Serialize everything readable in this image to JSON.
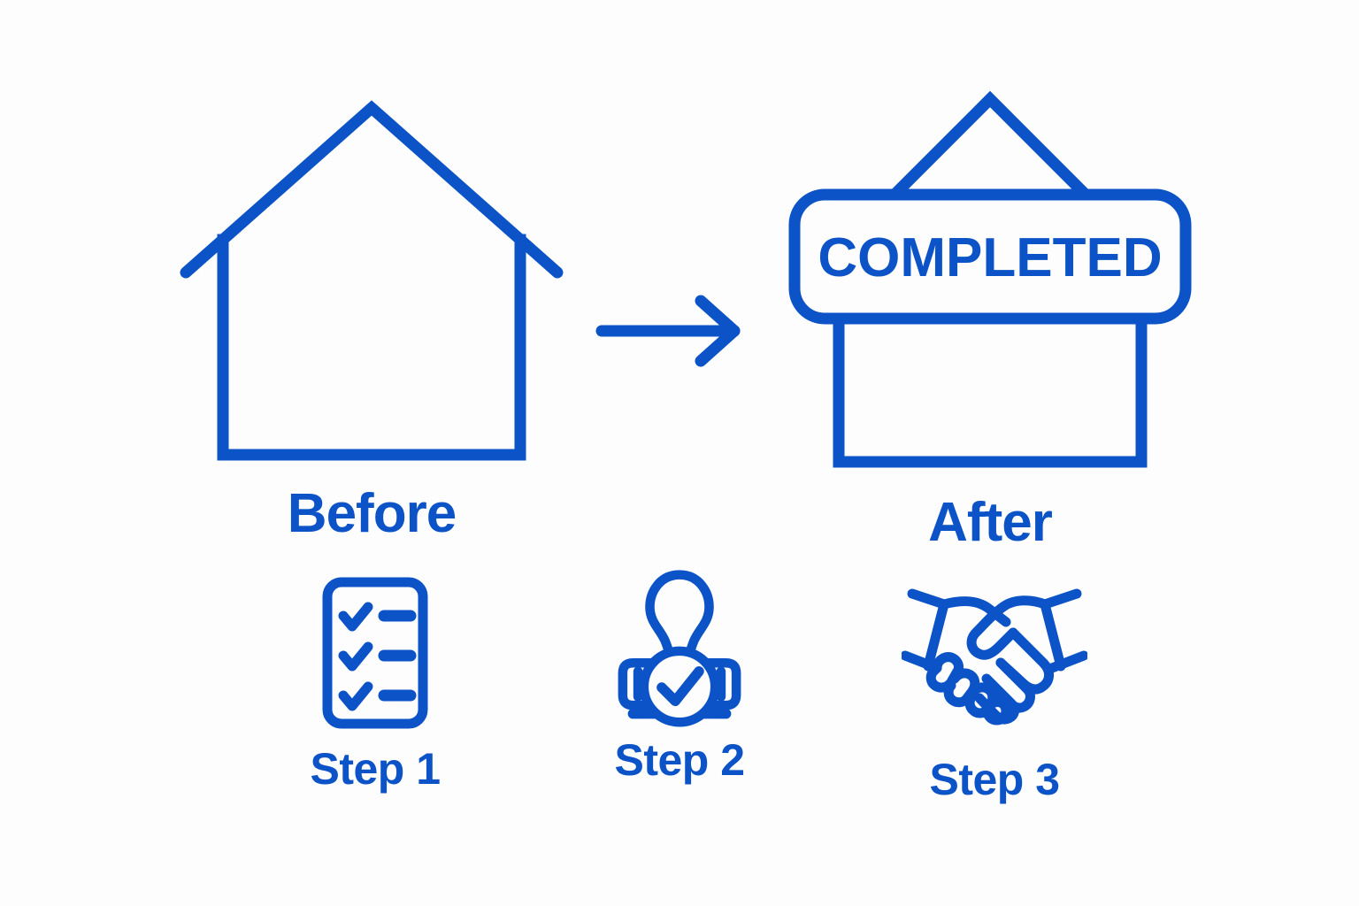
{
  "theme": {
    "accent_color": "#0b53c6",
    "background_color": "#fdfdfe",
    "stroke_width": 12
  },
  "comparison": {
    "before": {
      "label": "Before",
      "icon": "house-outline-icon"
    },
    "transition": {
      "icon": "arrow-right-icon"
    },
    "after": {
      "label": "After",
      "icon": "house-with-sign-icon",
      "sign_text": "COMPLETED"
    }
  },
  "steps": [
    {
      "label": "Step 1",
      "icon": "checklist-icon",
      "checklist_items": 3
    },
    {
      "label": "Step 2",
      "icon": "approval-stamp-icon"
    },
    {
      "label": "Step 3",
      "icon": "handshake-icon"
    }
  ]
}
